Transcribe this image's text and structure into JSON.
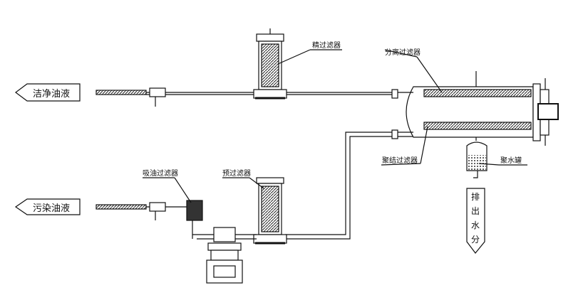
{
  "labels": {
    "clean_oil": "洁净油液",
    "dirty_oil": "污染油液",
    "fine_filter": "精过滤器",
    "separation_filter": "分离过滤器",
    "coalescing_filter": "聚结过滤器",
    "suction_filter": "吸油过滤器",
    "pre_filter": "预过滤器",
    "water_tank": "聚水罐",
    "drain_water": [
      "排",
      "出",
      "水",
      "分"
    ]
  }
}
